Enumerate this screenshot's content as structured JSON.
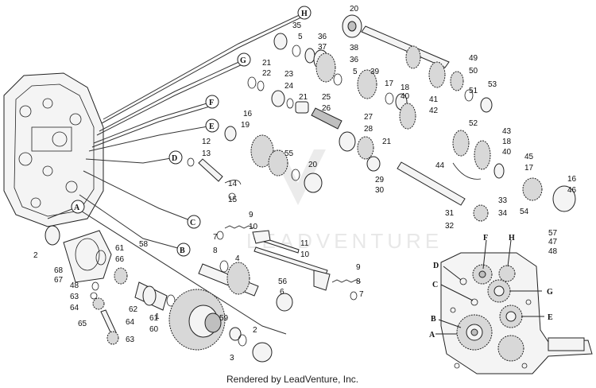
{
  "footer": "Rendered by LeadVenture, Inc.",
  "watermark": "LEADVENTURE",
  "callout_letters": [
    "H",
    "G",
    "F",
    "E",
    "D",
    "C",
    "B",
    "A"
  ],
  "inset_letters": [
    "F",
    "H",
    "D",
    "C",
    "G",
    "B",
    "E",
    "A"
  ],
  "part_numbers": [
    "20",
    "35",
    "5",
    "36",
    "37",
    "38",
    "36",
    "5",
    "21",
    "22",
    "23",
    "24",
    "21",
    "25",
    "26",
    "39",
    "17",
    "18",
    "40",
    "41",
    "42",
    "49",
    "50",
    "53",
    "51",
    "52",
    "16",
    "19",
    "12",
    "13",
    "14",
    "15",
    "55",
    "20",
    "27",
    "28",
    "21",
    "29",
    "30",
    "43",
    "18",
    "40",
    "44",
    "45",
    "17",
    "16",
    "46",
    "31",
    "32",
    "33",
    "34",
    "54",
    "57",
    "47",
    "48",
    "9",
    "10",
    "7",
    "8",
    "11",
    "10",
    "2",
    "68",
    "67",
    "61",
    "66",
    "58",
    "48",
    "63",
    "64",
    "65",
    "62",
    "4",
    "9",
    "8",
    "7",
    "56",
    "6",
    "1",
    "61",
    "60",
    "59",
    "2",
    "3",
    "64",
    "63"
  ]
}
